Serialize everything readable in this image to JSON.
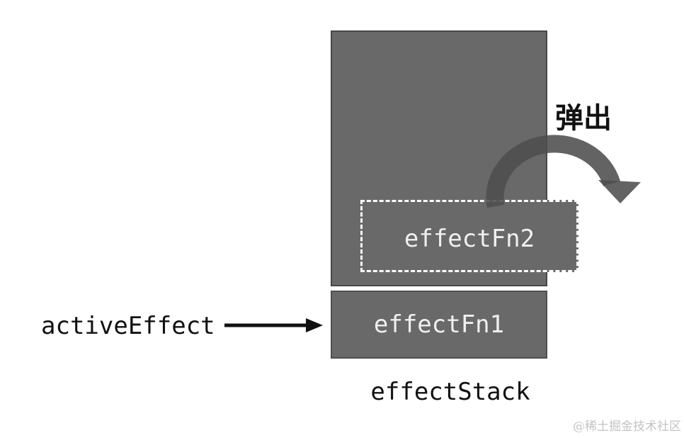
{
  "diagram": {
    "pop_label": "弹出",
    "pointer_label": "activeEffect",
    "stack_label": "effectStack",
    "frames": [
      {
        "label": "effectFn2",
        "state": "popping",
        "border": "dashed"
      },
      {
        "label": "effectFn1",
        "state": "active",
        "border": "solid"
      }
    ],
    "colors": {
      "frame_fill": "#696969",
      "frame_border": "#474747",
      "dashed_border": "#ffffff",
      "pop_arrow": "rgba(77,77,77,0.88)",
      "pointer_arrow": "#111111",
      "label_light": "#f0f0f0",
      "label_dark": "#111111",
      "watermark": "#c3c3c3"
    }
  },
  "watermark": "@稀土掘金技术社区"
}
